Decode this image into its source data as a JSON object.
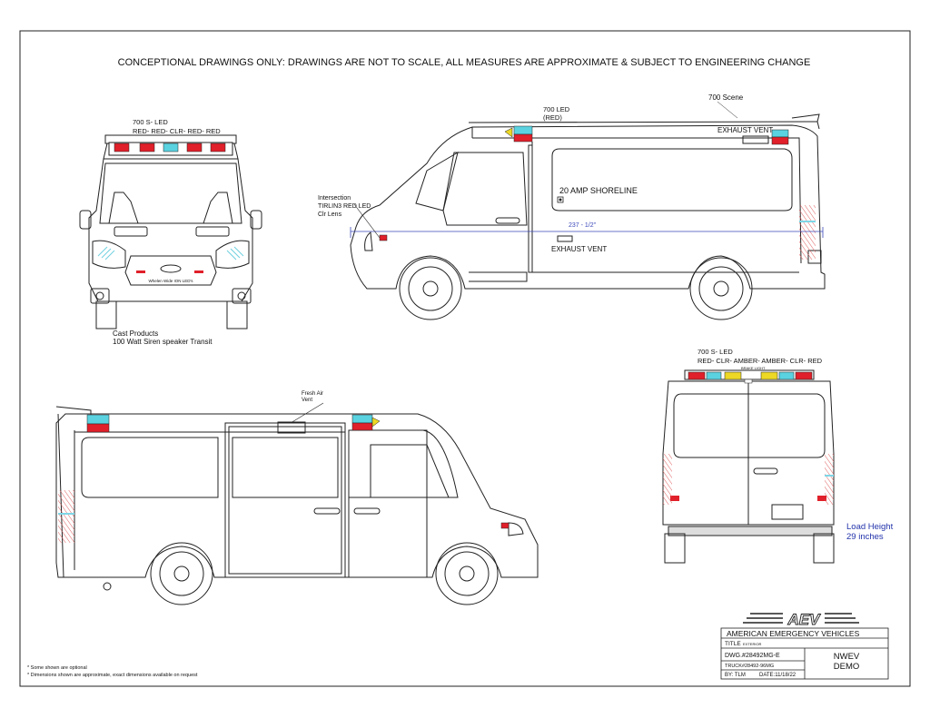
{
  "header": {
    "disclaimer": "CONCEPTIONAL DRAWINGS ONLY: DRAWINGS ARE NOT TO SCALE, ALL MEASURES ARE APPROXIMATE & SUBJECT TO ENGINEERING CHANGE"
  },
  "front_view": {
    "lightbar_title": "700 S- LED",
    "lightbar_colors": "RED- RED- CLR- RED- RED",
    "grille_text": "Whelen Wide ION LED's",
    "siren_line1": "Cast Products",
    "siren_line2": "100 Watt Siren speaker Transit"
  },
  "curb_side_view": {
    "top_light_line1": "700 LED",
    "top_light_line2": "(RED)",
    "scene_light": "700 Scene",
    "exhaust_top": "EXHAUST VENT",
    "shoreline": "20 AMP SHORELINE",
    "dimension": "237 - 1/2\"",
    "exhaust_bottom": "EXHAUST VENT",
    "intersection_line1": "Intersection",
    "intersection_line2": "TIRLIN3 RED LED",
    "intersection_line3": "Clr Lens"
  },
  "street_side_view": {
    "fresh_air_line1": "Fresh Air",
    "fresh_air_line2": "Vent"
  },
  "rear_view": {
    "lightbar_title": "700 S- LED",
    "lightbar_colors": "RED- CLR- AMBER- AMBER- CLR- RED",
    "brake_light": "BRAKE LIGHT",
    "load_height_line1": "Load Height",
    "load_height_line2": "29 inches"
  },
  "title_block": {
    "logo_text": "AEV",
    "company": "AMERICAN EMERGENCY VEHICLES",
    "title_label": "TITLE",
    "title_value": "EXTERIOR",
    "dwg": "DWG.#28492MG-E",
    "truck": "TRUCK#28492-96MG",
    "by": "BY: TLM",
    "date": "DATE:11/18/22",
    "customer_line1": "NWEV",
    "customer_line2": "DEMO"
  },
  "notes": {
    "line1": "* Some shown are optional",
    "line2": "* Dimensions shown are approximate, exact dimensions available on request"
  },
  "colors": {
    "red": "#e0202a",
    "clear": "#5ad2e0",
    "amber": "#ecd825",
    "outline": "#222222",
    "dimension": "#3a48b8",
    "load_height": "#2233aa"
  }
}
